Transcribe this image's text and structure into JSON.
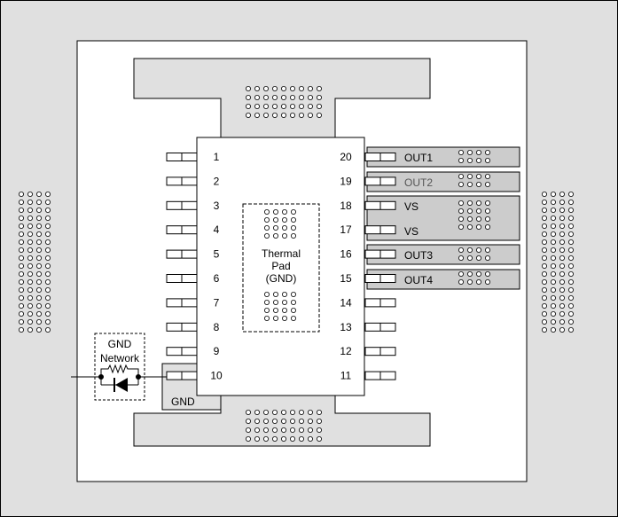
{
  "colors": {
    "background": "#e0e0e0",
    "copper": "#cccccc",
    "board": "#ffffff",
    "outline": "#000000"
  },
  "pins_left": [
    "1",
    "2",
    "3",
    "4",
    "5",
    "6",
    "7",
    "8",
    "9",
    "10"
  ],
  "pins_right": [
    "20",
    "19",
    "18",
    "17",
    "16",
    "15",
    "14",
    "13",
    "12",
    "11"
  ],
  "output_pads": {
    "out1": "OUT1",
    "out2": "OUT2",
    "vs_a": "VS",
    "vs_b": "VS",
    "out3": "OUT3",
    "out4": "OUT4"
  },
  "thermal_pad": {
    "line1": "Thermal",
    "line2": "Pad",
    "line3": "(GND)"
  },
  "gnd_network": {
    "line1": "GND",
    "line2": "Network"
  },
  "gnd_label": "GND"
}
